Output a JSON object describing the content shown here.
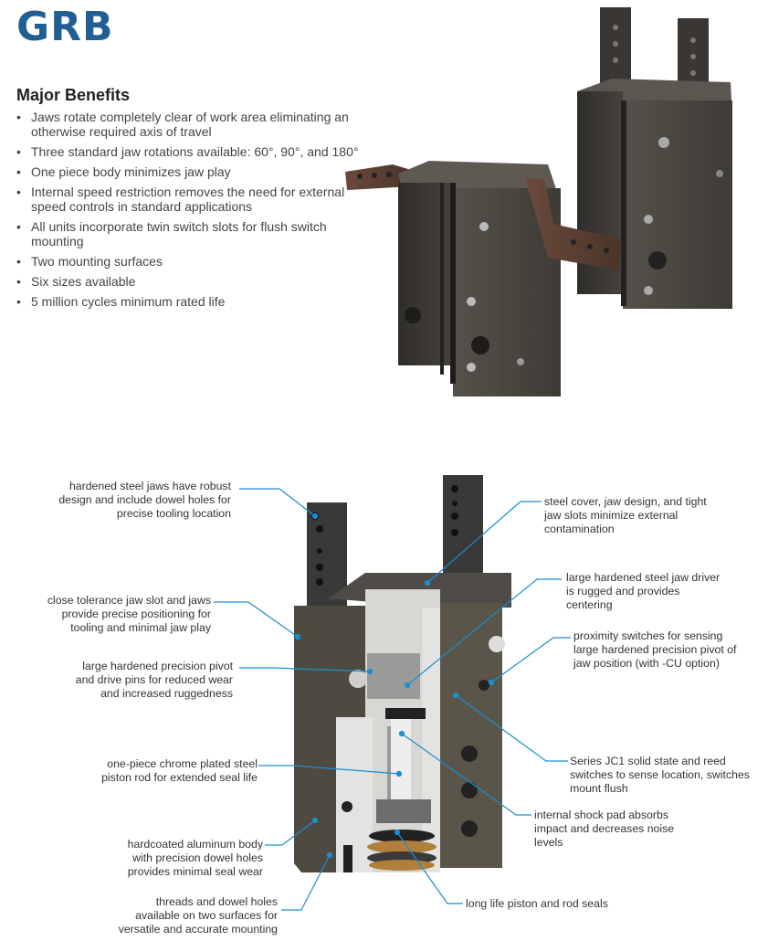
{
  "title": "GRB",
  "benefits": {
    "heading": "Major Benefits",
    "items": [
      "Jaws rotate completely clear of work area eliminating an otherwise required axis of travel",
      "Three standard jaw rotations available: 60°, 90°, and 180°",
      "One piece body minimizes jaw play",
      "Internal speed restriction removes the need for external speed controls in standard applications",
      "All units incorporate twin switch slots for flush switch mounting",
      "Two mounting surfaces",
      "Six sizes available",
      "5 million cycles minimum rated life"
    ]
  },
  "callouts": {
    "jaws": "hardened steel jaws have robust design and include dowel holes for precise tooling location",
    "jaw_slot": "close tolerance jaw slot and jaws provide precise positioning for tooling and minimal jaw play",
    "pivot": "large hardened precision pivot and drive pins for reduced wear and increased ruggedness",
    "piston_rod": "one-piece chrome plated steel piston rod for extended seal life",
    "body": "hardcoated aluminum body with precision dowel holes provides minimal seal wear",
    "threads": "threads and dowel holes available on two surfaces for versatile and accurate mounting",
    "cover": "steel cover, jaw design, and tight jaw slots minimize external contamination",
    "driver": "large hardened steel jaw driver is rugged and provides centering",
    "proximity": "proximity switches for sensing large hardened precision pivot of jaw position (with -CU option)",
    "switches": "Series JC1 solid state and reed switches to sense location, switches mount flush",
    "shock_pad": "internal shock pad absorbs impact and decreases noise levels",
    "seals": "long life piston and rod seals"
  },
  "colors": {
    "title": "#1f5f94",
    "leader": "#1a8fd1",
    "body_metal": "#4a463f",
    "jaw_metal": "#3b3a3a"
  }
}
